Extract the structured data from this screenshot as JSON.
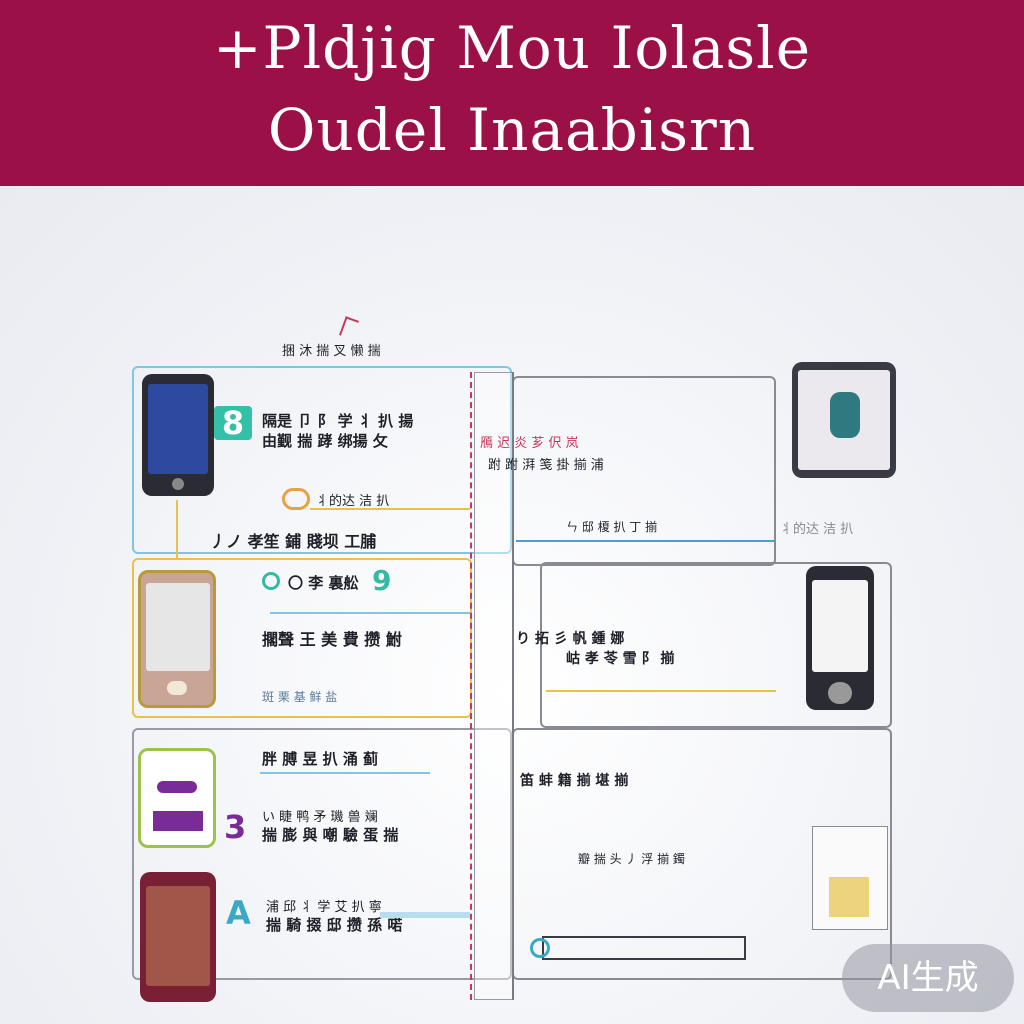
{
  "header": {
    "line1": "+Pldjig Mou Iolasle",
    "line2": "Oudel Inaabisrn"
  },
  "steps": [
    {
      "number": "8",
      "title": "隔是 卩 阝 学 丬 扒 揚",
      "subtitle": "由觐 揣 踍 绑揚 攵",
      "tag": "丿ノ 孝笙 鋪  賤坝 工脯",
      "color": "#34c0a6"
    },
    {
      "number": "9",
      "title": "〇 李 裏舩",
      "subtitle": "擱聲 王 美 費 攒 鮒",
      "tag": "斑 栗 基 鲜 盐",
      "color": "#36b9a2"
    },
    {
      "number": "3",
      "title": "い 睫 鸭 矛 璣 兽 斓",
      "subtitle": "揣 膨 與 嘲 驗 蛋 揣",
      "tag": "胖 膊 昱 扒 涌 蓟",
      "color": "#7a2c96"
    },
    {
      "number": "A",
      "title": "浦 邱 丬 学 艾 扒 寧",
      "subtitle": "揣 騎 掇 邸 攒 孫 喏",
      "tag": "",
      "color": "#3aa9c8"
    }
  ],
  "center_labels": [
    "鴈 迟 炎 芗 伬 岚",
    "跗 跗 湃 笺 掛 揃 浦",
    "ㄣ 邸 榎 扒 丁 揃",
    "り 拓 彡 帆 鍾 娜",
    "岵 孝 苓 雪 阝 揃",
    "笛 蚌 籍 揃 堪 揃",
    "瓣 揣 头 丿 浮 揃 鐲"
  ],
  "side_label": "丬的达 洁 扒",
  "top_label": "捆 沐 揣 叉 懒  揣",
  "watermark": "AI生成",
  "colors": {
    "banner": "#9c1048",
    "teal": "#34c0a6",
    "blue": "#4a9fd6",
    "yellow": "#e8c24a",
    "purple": "#7a2c96",
    "red": "#c8385a"
  }
}
